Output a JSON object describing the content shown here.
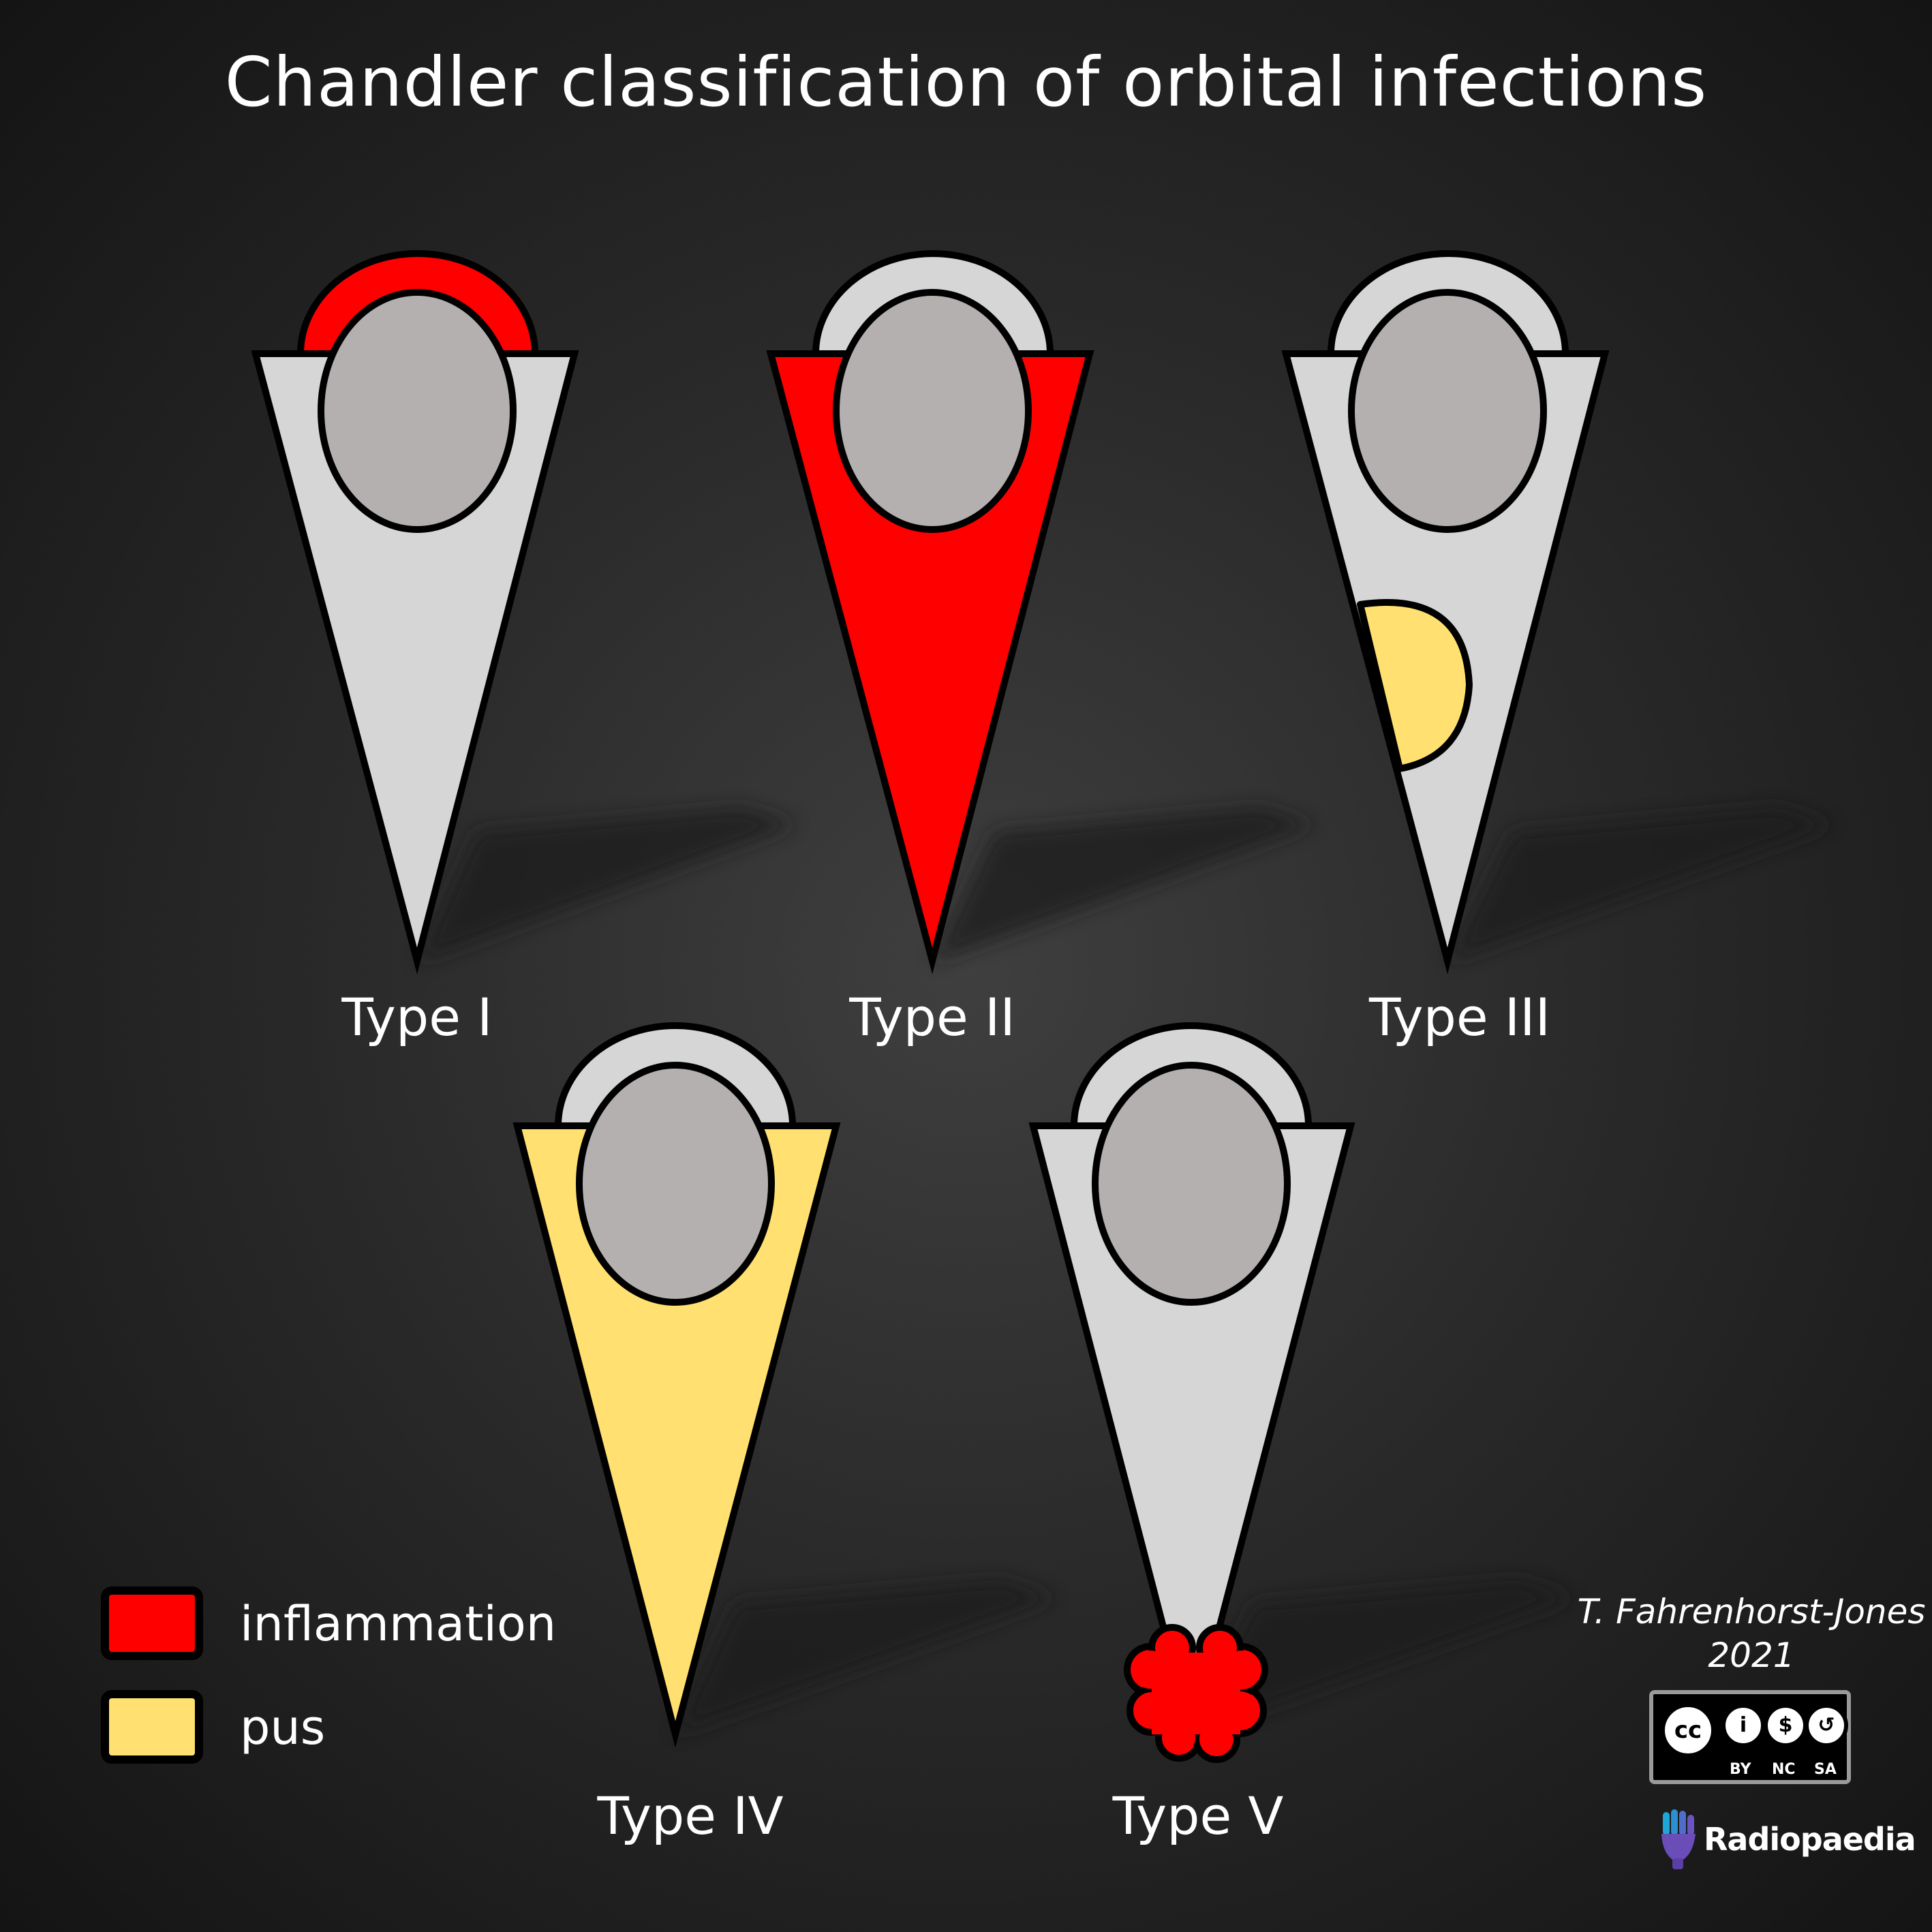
{
  "title": "Chandler classification of orbital infections",
  "colors": {
    "inflammation": "#ff0000",
    "pus": "#ffe070",
    "bone": "#d7d6d7",
    "globe": "#b5b0b0",
    "outline": "#000000"
  },
  "types": [
    {
      "label": "Type I",
      "fill": "inflammation-preseptal"
    },
    {
      "label": "Type II",
      "fill": "inflammation-orbital"
    },
    {
      "label": "Type III",
      "fill": "subperiosteal-pus"
    },
    {
      "label": "Type IV",
      "fill": "orbital-pus"
    },
    {
      "label": "Type V",
      "fill": "apex-inflammation"
    }
  ],
  "legend": [
    {
      "label": "inflammation",
      "color": "#ff0000"
    },
    {
      "label": "pus",
      "color": "#ffe070"
    }
  ],
  "credit": {
    "author": "T. Fahrenhorst-Jones",
    "year": "2021",
    "license": [
      "BY",
      "NC",
      "SA"
    ],
    "logo": "Radiopaedia"
  }
}
